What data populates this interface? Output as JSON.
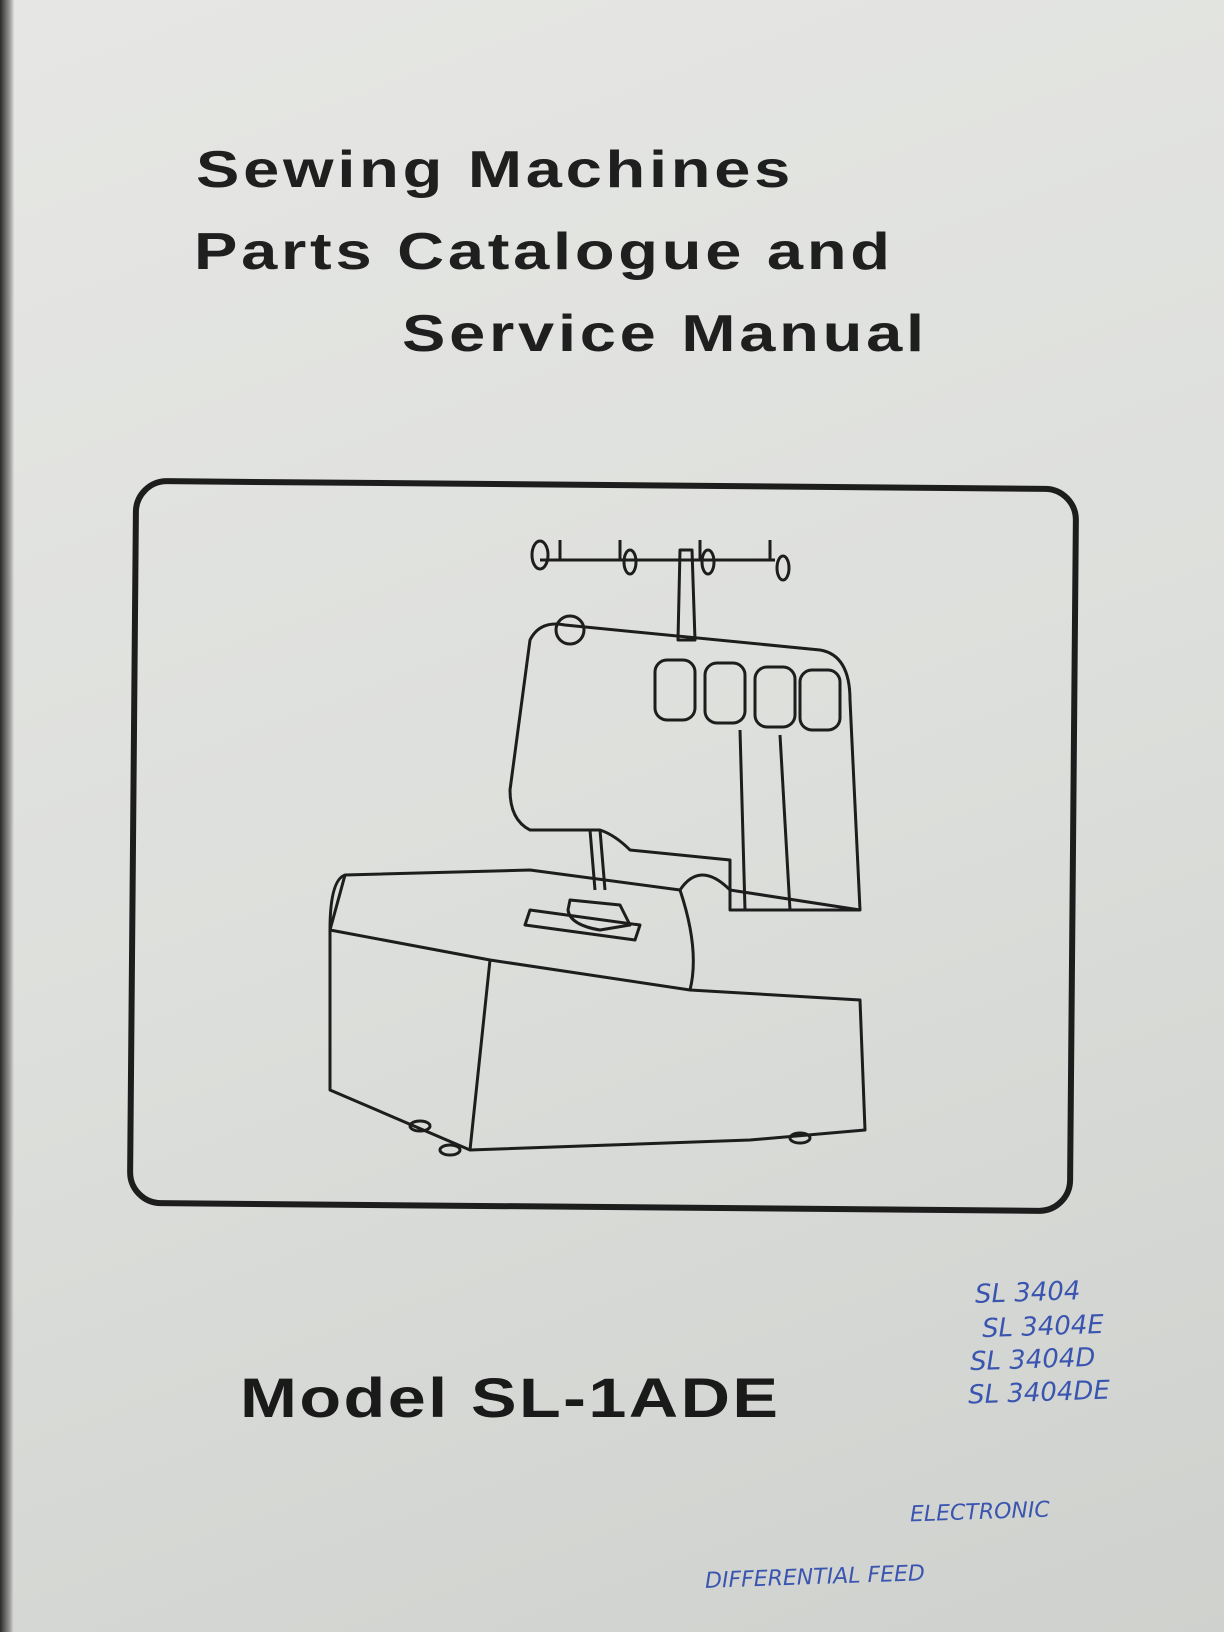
{
  "document": {
    "title_lines": [
      "Sewing Machines",
      "Parts Catalogue and",
      "Service Manual"
    ],
    "model_label": "Model SL-1ADE",
    "handwritten_notes": {
      "models": [
        "SL 3404",
        "SL 3404E",
        "SL 3404D",
        "SL 3404DE"
      ],
      "electronic": "ELECTRONIC",
      "differential": "DIFFERENTIAL FEED"
    },
    "colors": {
      "ink": "#1d1d1d",
      "pen": "#3a55b0",
      "paper": "#dcdedb"
    }
  }
}
